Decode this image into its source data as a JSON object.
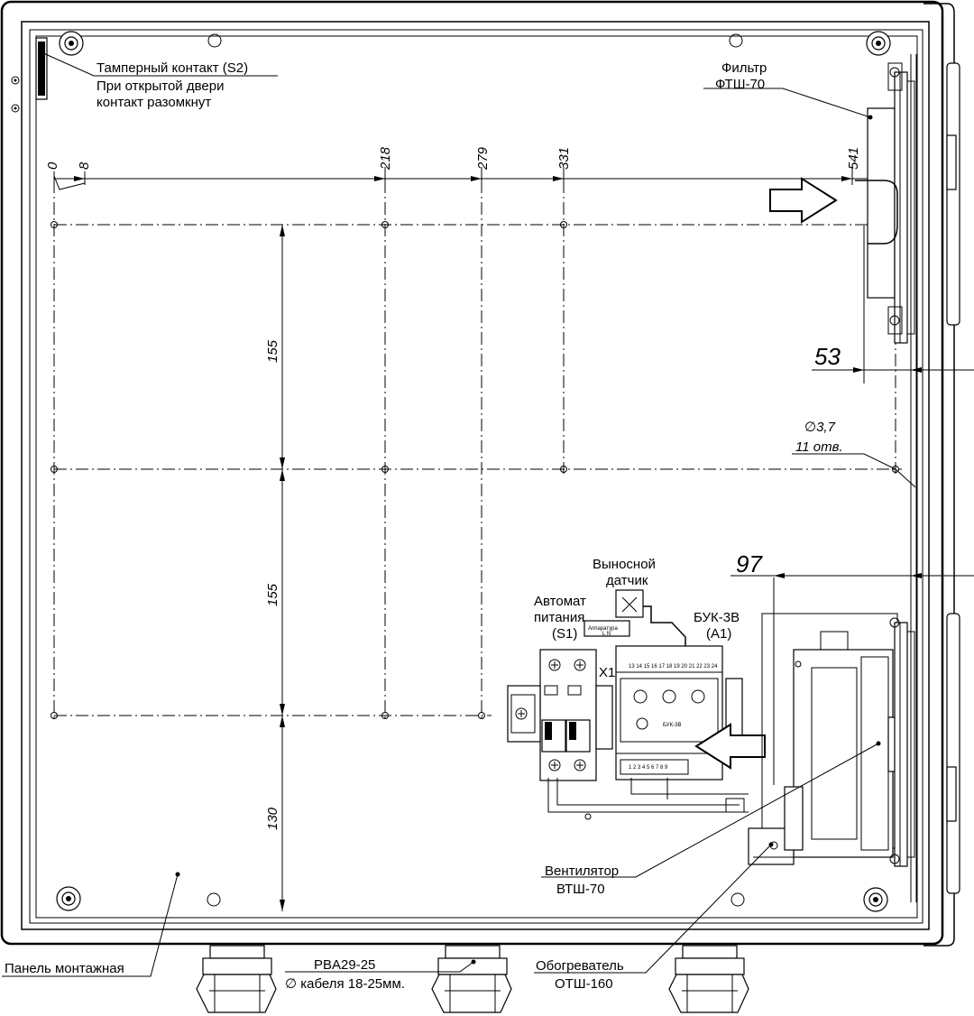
{
  "labels": {
    "tamper_title": "Тамперный контакт (S2)",
    "tamper_line2": "При открытой двери",
    "tamper_line3": "контакт разомкнут",
    "filter_title": "Фильтр",
    "filter_model": "ФТШ-70",
    "sensor_line1": "Выносной",
    "sensor_line2": "датчик",
    "breaker_line1": "Автомат",
    "breaker_line2": "питания",
    "breaker_line3": "(S1)",
    "buk_line1": "БУК-3В",
    "buk_line2": "(A1)",
    "x1": "X1",
    "fan_title": "Вентилятор",
    "fan_model": "ВТШ-70",
    "heater_title": "Обогреватель",
    "heater_model": "ОТШ-160",
    "gland_title": "PBA29-25",
    "gland_desc": "∅ кабеля 18-25мм.",
    "panel": "Панель монтажная",
    "hole_diameter": "∅3,7",
    "hole_count": "11 отв.",
    "apparatus": "Аппаратура",
    "apparatus_ln": "L  N",
    "buk_logo": "БУК-3В",
    "buk_terminals_top": "13 14 15 16 17 18 19 20 21 22 23 24",
    "buk_terminals_bottom": "1 2 3 4 5 6 7 8 9"
  },
  "dimensions": {
    "horizontal": [
      "0",
      "8",
      "218",
      "279",
      "331",
      "541"
    ],
    "vertical": [
      "155",
      "155",
      "130"
    ],
    "offset_filter": "53",
    "offset_fan": "97"
  }
}
